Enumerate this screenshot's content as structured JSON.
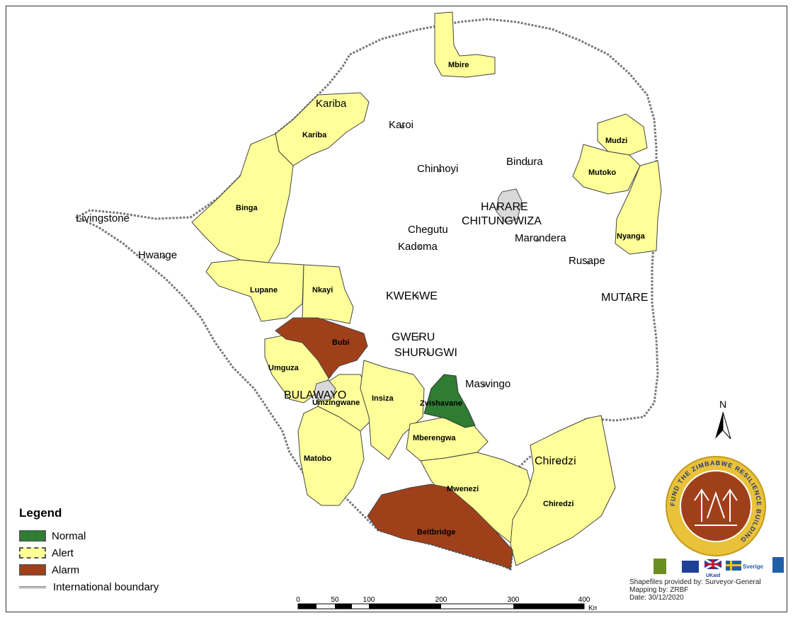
{
  "legend": {
    "title": "Legend",
    "items": [
      {
        "label": "Normal",
        "color": "#2e7d32"
      },
      {
        "label": "Alert",
        "color": "#ffff99"
      },
      {
        "label": "Alarm",
        "color": "#a0401a"
      }
    ],
    "boundary_label": "International boundary"
  },
  "districts": {
    "mbire": "Mbire",
    "kariba": "Kariba",
    "binga": "Binga",
    "lupane": "Lupane",
    "nkayi": "Nkayi",
    "bubi": "Bubi",
    "umguza": "Umguza",
    "umzingwane": "Umzingwane",
    "insiza": "Insiza",
    "zvishavane": "Zvishavane",
    "mberengwa": "Mberengwa",
    "matobo": "Matobo",
    "mwenezi": "Mwenezi",
    "beitbridge": "Beitbridge",
    "chiredzi": "Chiredzi",
    "mudzi": "Mudzi",
    "mutoko": "Mutoko",
    "nyanga": "Nyanga"
  },
  "towns": {
    "kariba": "Kariba",
    "karoi": "Karoi",
    "chinhoyi": "Chinhoyi",
    "bindura": "Bindura",
    "harare": "HARARE",
    "chitungwiza": "CHITUNGWIZA",
    "chegutu": "Chegutu",
    "kadoma": "Kadoma",
    "marondera": "Marondera",
    "rusape": "Rusape",
    "mutare": "MUTARE",
    "livingstone": "Livingstone",
    "hwange": "Hwange",
    "kwekwe": "KWEKWE",
    "gweru": "GWERU",
    "shurugwi": "SHURUGWI",
    "masvingo": "Masvingo",
    "bulawayo": "BULAWAYO",
    "chiredzi": "Chiredzi"
  },
  "north_label": "N",
  "scale": {
    "ticks": [
      "0",
      "50",
      "100",
      "200",
      "300",
      "400"
    ],
    "unit": "Km"
  },
  "logo": {
    "ring_text": "FUND THE ZIMBABWE RESILIENCE BUILDING",
    "sweden_label": "Sverige",
    "uk_label": "UKaid"
  },
  "credits": {
    "line1": "Shapefiles provided by: Surveyor-General",
    "line2": "Mapping by: ZRBF",
    "line3": "Date: 30/12/2020"
  }
}
